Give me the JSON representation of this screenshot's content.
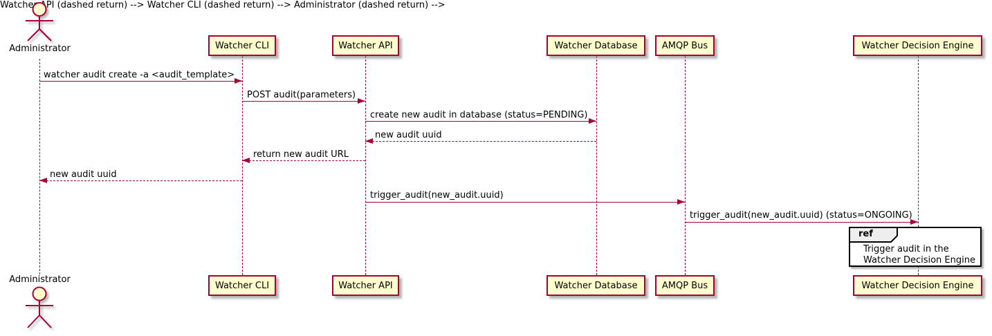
{
  "diagram": {
    "type": "sequence",
    "actor": {
      "label": "Administrator"
    },
    "participants": [
      "Watcher CLI",
      "Watcher API",
      "Watcher Database",
      "AMQP Bus",
      "Watcher Decision Engine"
    ],
    "messages": [
      {
        "from": "Administrator",
        "to": "Watcher CLI",
        "style": "solid",
        "text": "watcher audit create -a <audit_template>"
      },
      {
        "from": "Watcher CLI",
        "to": "Watcher API",
        "style": "solid",
        "text": "POST audit(parameters)"
      },
      {
        "from": "Watcher API",
        "to": "Watcher Database",
        "style": "solid",
        "text": "create new audit in database (status=PENDING)"
      },
      {
        "from": "Watcher Database",
        "to": "Watcher API",
        "style": "dashed",
        "text": "new audit uuid"
      },
      {
        "from": "Watcher API",
        "to": "Watcher CLI",
        "style": "dashed",
        "text": "return new audit URL"
      },
      {
        "from": "Watcher CLI",
        "to": "Administrator",
        "style": "dashed",
        "text": "new audit uuid"
      },
      {
        "from": "Watcher API",
        "to": "AMQP Bus",
        "style": "solid",
        "text": "trigger_audit(new_audit.uuid)"
      },
      {
        "from": "AMQP Bus",
        "to": "Watcher Decision Engine",
        "style": "solid",
        "text": "trigger_audit(new_audit.uuid) (status=ONGOING)"
      }
    ],
    "ref": {
      "tag": "ref",
      "lines": [
        "Trigger audit in the",
        "Watcher Decision Engine"
      ]
    },
    "colors": {
      "participant_fill": "#FEFECE",
      "stroke": "#A80036",
      "text": "#000000",
      "ref_border": "#000000",
      "ref_header_fill": "#EEEEEE",
      "background": "#FFFFFF"
    }
  }
}
